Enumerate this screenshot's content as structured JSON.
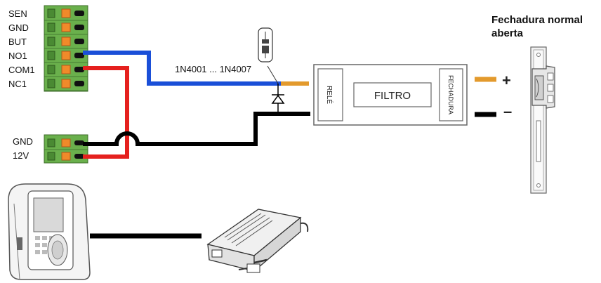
{
  "terminal_block_top": {
    "pins": [
      "SEN",
      "GND",
      "BUT",
      "NO1",
      "COM1",
      "NC1"
    ]
  },
  "terminal_block_power": {
    "pins": [
      "GND",
      "12V"
    ]
  },
  "diode": {
    "label": "1N4001 ... 1N4007"
  },
  "filter_box": {
    "left_label": "RELÉ",
    "center_label": "FILTRO",
    "right_label": "FECHADURA"
  },
  "outputs": {
    "plus": "+",
    "minus": "–"
  },
  "lock": {
    "title_line1": "Fechadura normal",
    "title_line2": "aberta"
  },
  "colors": {
    "wire_blue": "#1a4fd8",
    "wire_red": "#e5201e",
    "wire_black": "#000000",
    "wire_orange": "#e39a2d",
    "terminal_green": "#6ab04c"
  }
}
